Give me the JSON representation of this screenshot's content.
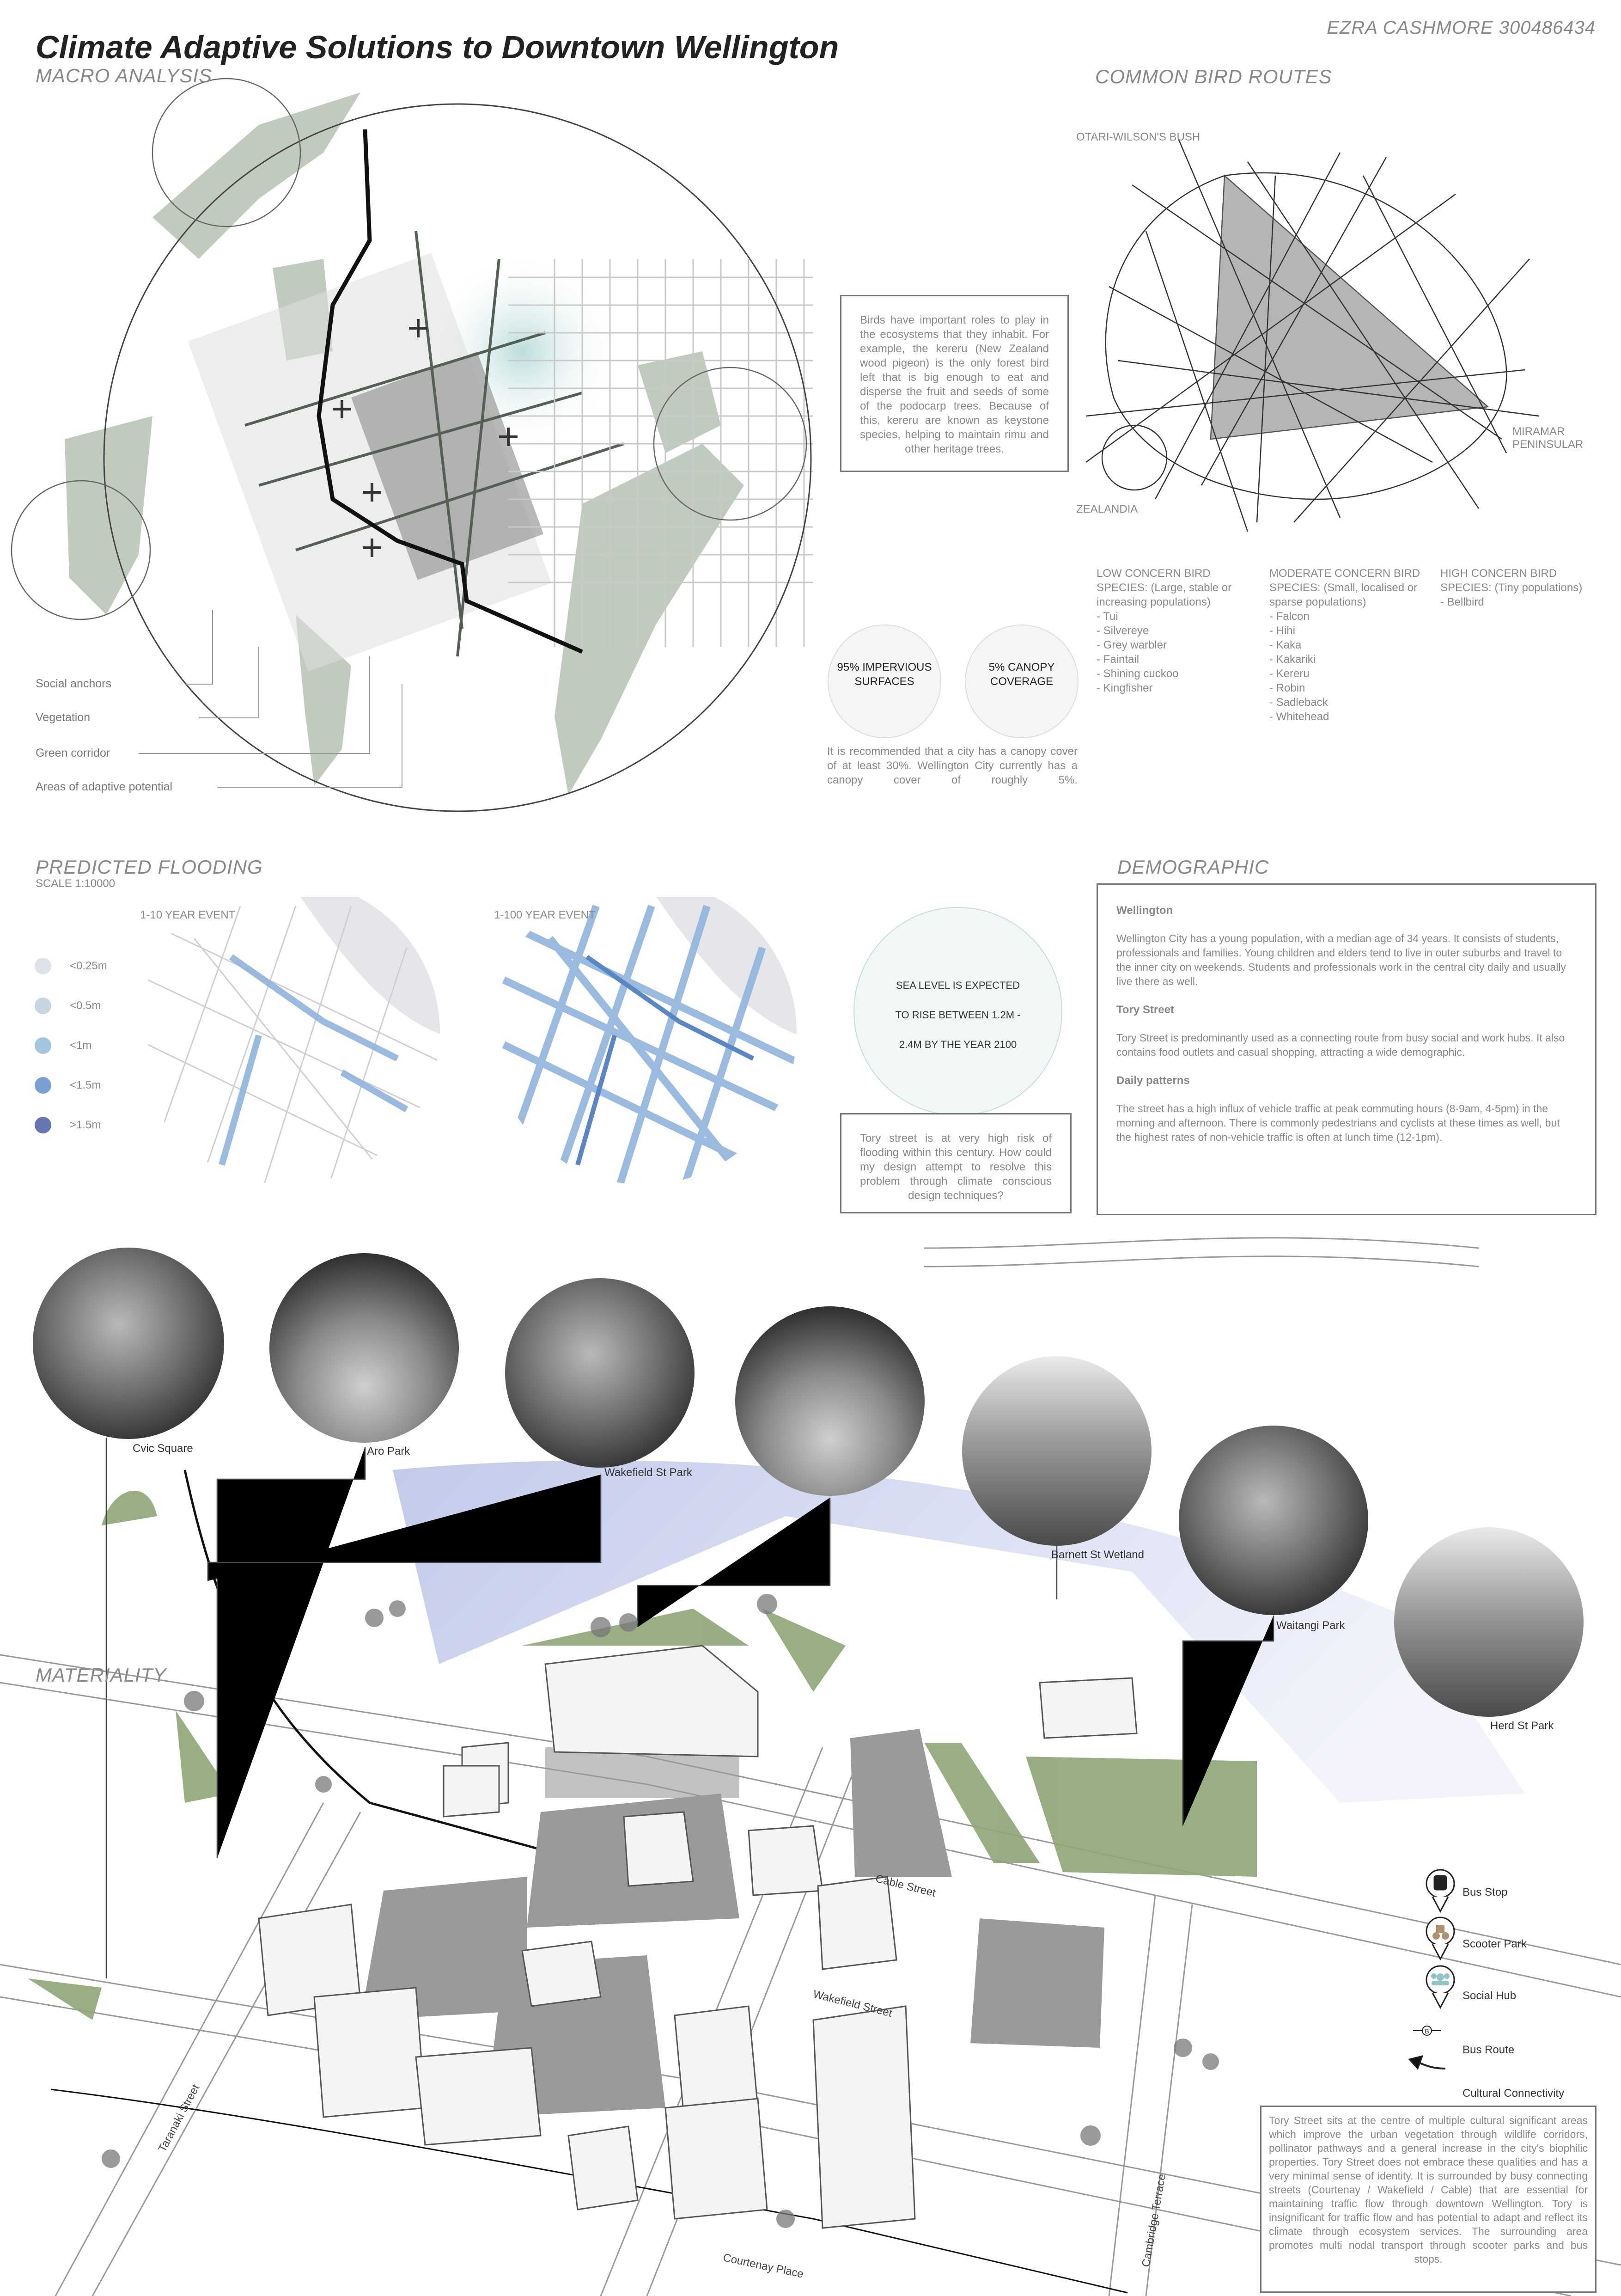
{
  "header": {
    "title": "Climate Adaptive Solutions to Downtown Wellington",
    "subtitle": "MACRO ANALYSIS",
    "author": "EZRA CASHMORE 300486434"
  },
  "macro": {
    "legend": [
      "Social anchors",
      "Vegetation",
      "Green corridor",
      "Areas of adaptive potential"
    ]
  },
  "birds": {
    "title": "COMMON BIRD ROUTES",
    "places": {
      "otari": "OTARI-WILSON'S BUSH",
      "zealandia": "ZEALANDIA",
      "miramar": "MIRAMAR PENINSULAR"
    },
    "intro": "Birds have important roles to play in the ecosystems that they inhabit. For example, the kereru (New Zealand wood pigeon) is the only forest bird left that is big enough to eat and disperse the fruit and seeds of some of the podocarp trees. Because of this, kereru are known as keystone species, helping to maintain rimu and other heritage trees.",
    "species": [
      {
        "heading": [
          "LOW CONCERN BIRD",
          "SPECIES: (Large, stable or",
          "increasing populations)"
        ],
        "items": [
          "- Tui",
          "- Silvereye",
          "- Grey warbler",
          "- Faintail",
          "- Shining cuckoo",
          "- Kingfisher"
        ]
      },
      {
        "heading": [
          "MODERATE CONCERN BIRD",
          "SPECIES: (Small, localised or",
          "sparse populations)"
        ],
        "items": [
          "- Falcon",
          "- Hihi",
          "- Kaka",
          "- Kakariki",
          "- Kereru",
          "- Robin",
          "- Sadleback",
          "- Whitehead"
        ]
      },
      {
        "heading": [
          "HIGH CONCERN BIRD",
          "SPECIES: (Tiny populations)"
        ],
        "items": [
          "- Bellbird"
        ]
      }
    ]
  },
  "stats": {
    "impervious": [
      "95% IMPERVIOUS",
      "SURFACES"
    ],
    "canopy": [
      "5% CANOPY",
      "COVERAGE"
    ],
    "canopy_note": "It is recommended that a city has a canopy cover of at least 30%. Wellington City currently has a canopy cover of roughly 5%."
  },
  "flooding": {
    "title": "PREDICTED FLOODING",
    "scale": "SCALE 1:10000",
    "legend": [
      {
        "label": "<0.25m",
        "color": "#dde2ea"
      },
      {
        "label": "<0.5m",
        "color": "#c5d5e3"
      },
      {
        "label": "<1m",
        "color": "#a4c5df"
      },
      {
        "label": "<1.5m",
        "color": "#7a9fd3"
      },
      {
        "label": ">1.5m",
        "color": "#6676b3"
      }
    ],
    "map1": "1-10 YEAR EVENT",
    "map2": "1-100 YEAR EVENT",
    "sea_level": [
      "SEA LEVEL IS EXPECTED",
      "TO RISE BETWEEN 1.2M -",
      "2.4M BY THE YEAR 2100"
    ],
    "question": "Tory street is at very high risk of flooding within this century. How could my design attempt to resolve this problem through climate conscious design techniques?"
  },
  "demographic": {
    "title": "DEMOGRAPHIC",
    "sections": [
      {
        "heading": "Wellington",
        "body": "Wellington City has a young population, with a median age of 34 years. It consists of students, professionals and families. Young children and elders tend to live in outer suburbs and travel to the inner city on weekends. Students and professionals work in the central city daily and usually live there as well."
      },
      {
        "heading": "Tory Street",
        "body": "Tory Street is predominantly used as a connecting route from busy social and work hubs. It also contains food outlets and casual shopping, attracting a wide demographic."
      },
      {
        "heading": "Daily patterns",
        "body": "The street has a high influx of vehicle traffic at peak commuting hours (8-9am, 4-5pm) in the morning and afternoon. There is commonly pedestrians and cyclists at these times as well, but the highest rates of non-vehicle traffic is often at lunch time (12-1pm)."
      }
    ]
  },
  "materiality": {
    "title": "MATERIALITY",
    "places": [
      "Cvic Square",
      "Aro Park",
      "Wakefield St Park",
      "Barnett St Wetland",
      "Waitangi Park",
      "Herd St Park"
    ],
    "streets": {
      "cable": "Cable Street",
      "wakefield": "Wakefield Street",
      "taranaki": "Taranaki Street",
      "courtenay": "Courtenay Place",
      "cambridge": "Cambridge Terrace"
    },
    "legend": [
      {
        "label": "Bus Stop",
        "icon": "bus-icon"
      },
      {
        "label": "Scooter Park",
        "icon": "scooter-icon",
        "color": "#b08f6e"
      },
      {
        "label": "Social Hub",
        "icon": "people-icon",
        "color": "#8fc4c8"
      },
      {
        "label": "Bus Route",
        "icon": "bus-route-icon",
        "glyph": "B"
      },
      {
        "label": "Cultural Connectivity",
        "icon": "arrow-icon"
      }
    ],
    "summary": "Tory Street sits at the centre of multiple cultural significant areas which improve the urban vegetation through wildlife corridors, pollinator pathways and a general increase in the city's biophilic properties. Tory Street does not embrace these qualities and has a very minimal sense of identity. It is surrounded by busy connecting streets (Courtenay / Wakefield / Cable) that are essential for maintaining traffic flow through downtown Wellington. Tory is insignificant for traffic flow and has potential to adapt and reflect its climate through ecosystem services. The surrounding area promotes multi nodal transport through scooter parks and bus stops."
  },
  "colors": {
    "vegetation": "#a9b8a8",
    "park": "#93a77a",
    "building": "#8e8e8e",
    "water": "#b8c4e6"
  }
}
